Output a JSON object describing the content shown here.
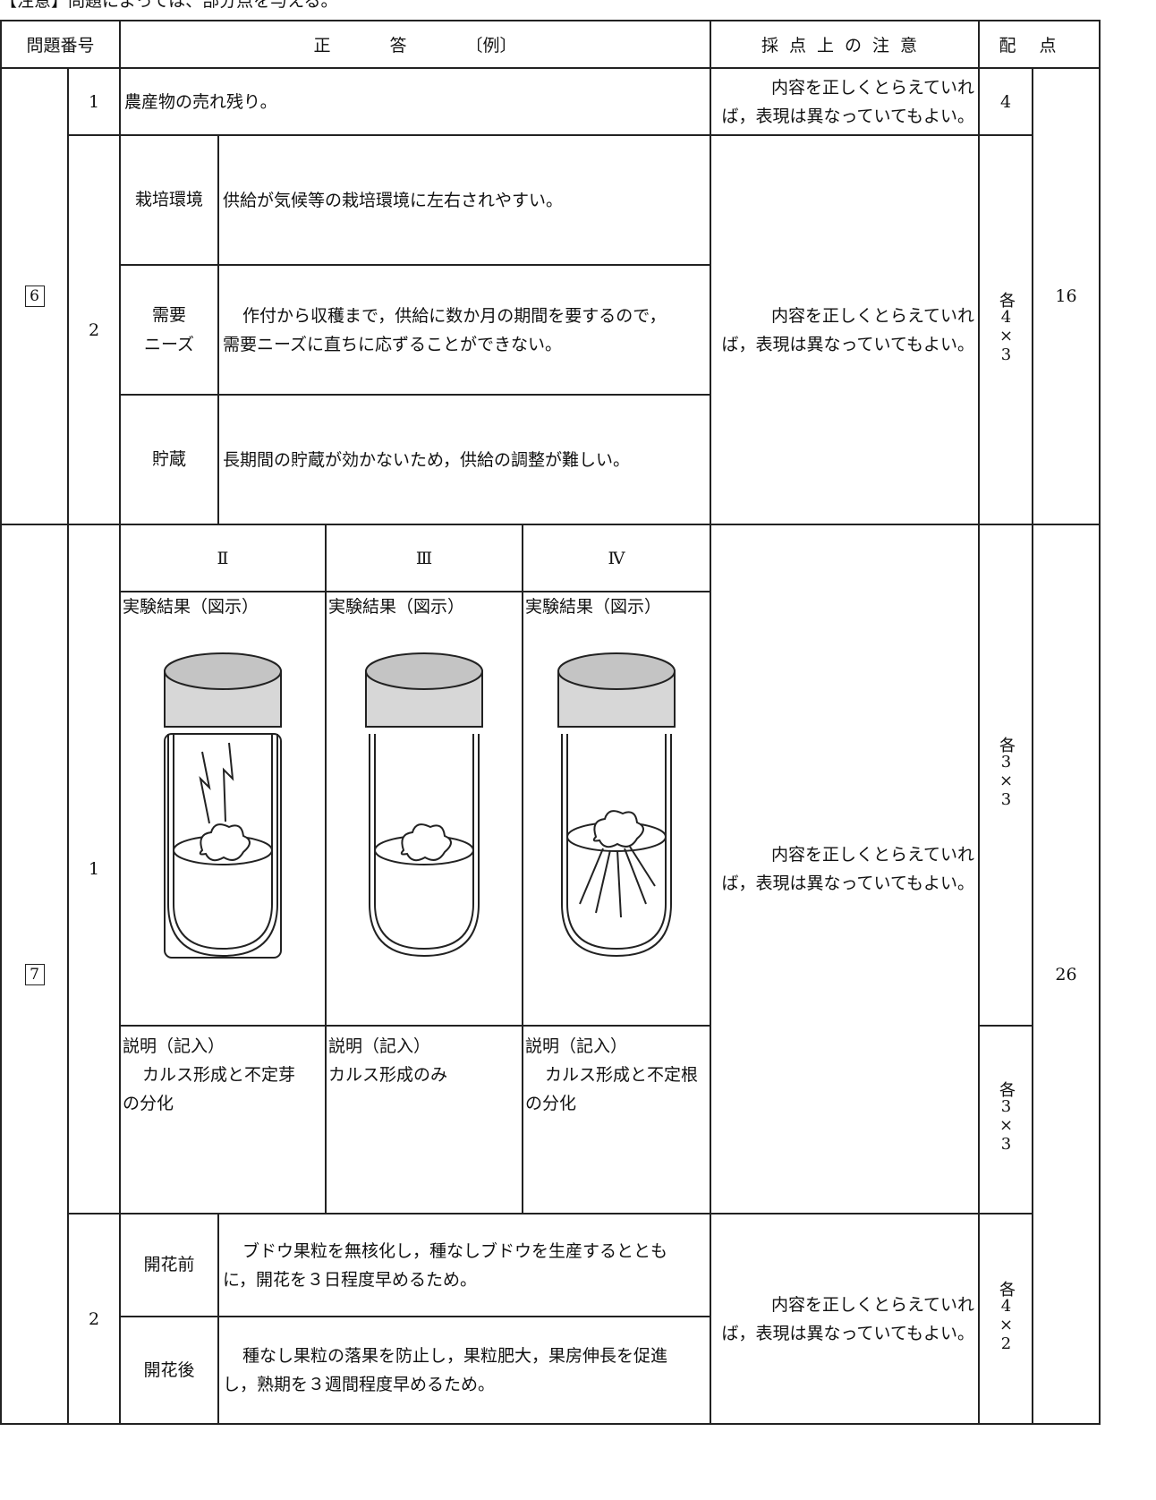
{
  "top_note": "【注意】問題によっては、部分点を与える。",
  "header": {
    "num": "問題番号",
    "answer": "正 答 〔例〕",
    "notes": "採点上の注意",
    "points": "配点"
  },
  "q6": {
    "num": "6",
    "total": "16",
    "sub1": {
      "num": "1",
      "answer": "農産物の売れ残り。",
      "note_line1": "内容を正しくとらえていれ",
      "note_line2": "ば，表現は異なっていてもよい。",
      "points": "4"
    },
    "sub2": {
      "num": "2",
      "points": "各4×3",
      "note_line1": "内容を正しくとらえていれ",
      "note_line2": "ば，表現は異なっていてもよい。",
      "rows": [
        {
          "label1": "栽培環境",
          "label2": "",
          "text1": "供給が気候等の栽培環境に左右されやすい。",
          "text2": ""
        },
        {
          "label1": "需要",
          "label2": "ニーズ",
          "text1": "作付から収穫まで，供給に数か月の期間を要するので，",
          "text2": "需要ニーズに直ちに応ずることができない。"
        },
        {
          "label1": "貯蔵",
          "label2": "",
          "text1": "長期間の貯蔵が効かないため，供給の調整が難しい。",
          "text2": ""
        }
      ]
    }
  },
  "q7": {
    "num": "7",
    "total": "26",
    "sub1": {
      "num": "1",
      "points_a": "各3×3",
      "points_b": "各3×3",
      "note_line1": "内容を正しくとらえていれ",
      "note_line2": "ば，表現は異なっていてもよい。",
      "columns": [
        {
          "roman": "Ⅱ",
          "result_label": "実験結果（図示）",
          "explain_label": "説明（記入）",
          "explain1": "カルス形成と不定芽",
          "explain2": "の分化",
          "indent": true
        },
        {
          "roman": "Ⅲ",
          "result_label": "実験結果（図示）",
          "explain_label": "説明（記入）",
          "explain1": "カルス形成のみ",
          "explain2": "",
          "indent": false
        },
        {
          "roman": "Ⅳ",
          "result_label": "実験結果（図示）",
          "explain_label": "説明（記入）",
          "explain1": "カルス形成と不定根",
          "explain2": "の分化",
          "indent": true
        }
      ]
    },
    "sub2": {
      "num": "2",
      "points": "各4×2",
      "note_line1": "内容を正しくとらえていれ",
      "note_line2": "ば，表現は異なっていてもよい。",
      "rows": [
        {
          "label": "開花前",
          "text1": "ブドウ果粒を無核化し，種なしブドウを生産するととも",
          "text2": "に，開花を３日程度早めるため。"
        },
        {
          "label": "開花後",
          "text1": "種なし果粒の落果を防止し，果粒肥大，果房伸長を促進",
          "text2": "し，熟期を３週間程度早めるため。"
        }
      ]
    }
  }
}
